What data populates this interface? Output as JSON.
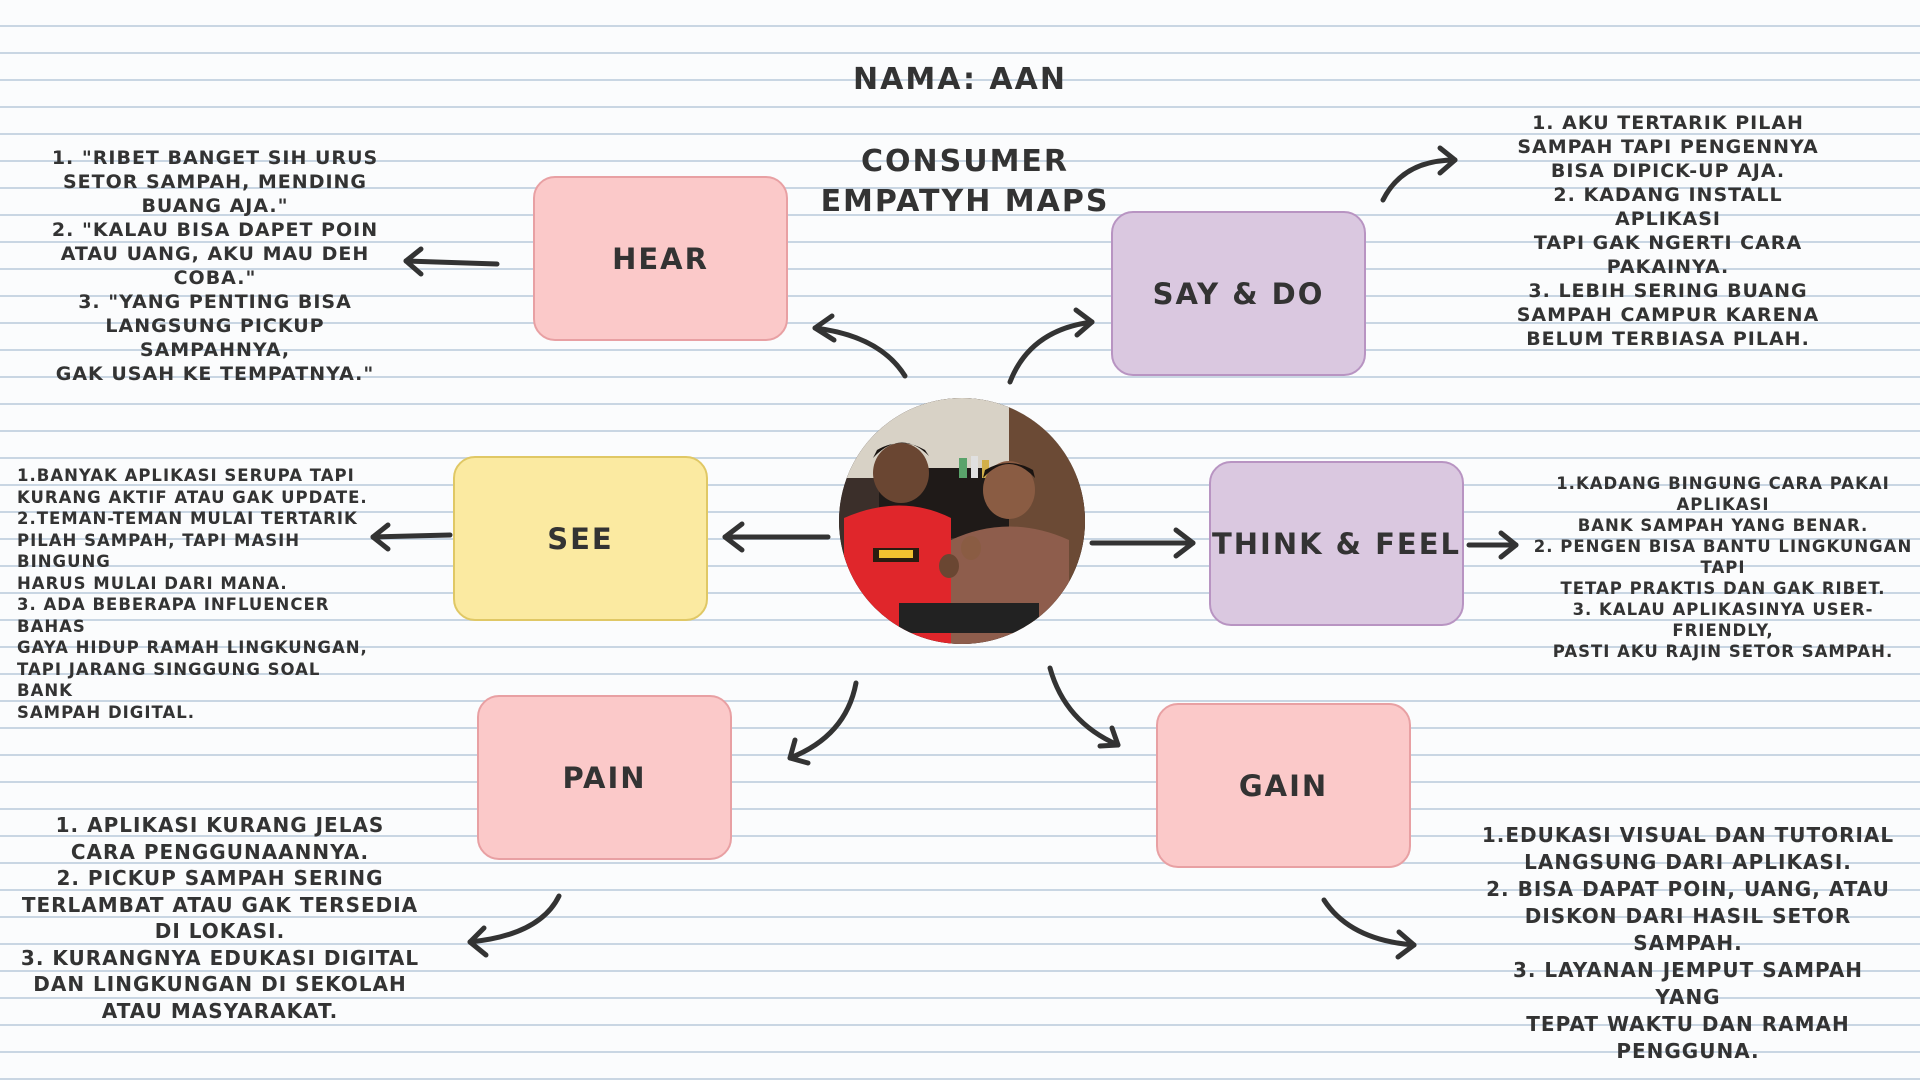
{
  "header": {
    "title": "NAMA: AAN",
    "subtitle": "CONSUMER\nEMPATYH MAPS"
  },
  "boxes": {
    "hear": "HEAR",
    "say_do": "SAY & DO",
    "see": "SEE",
    "think_feel": "THINK & FEEL",
    "pain": "PAIN",
    "gain": "GAIN"
  },
  "notes": {
    "hear": "1.    \"RIBET BANGET SIH URUS\nSETOR SAMPAH, MENDING\nBUANG AJA.\"\n2. \"KALAU BISA DAPET POIN\nATAU UANG, AKU MAU DEH\nCOBA.\"\n3. \"YANG PENTING BISA\nLANGSUNG PICKUP SAMPAHNYA,\nGAK USAH KE TEMPATNYA.\"",
    "say_do": "1.      AKU TERTARIK PILAH\nSAMPAH TAPI PENGENNYA\nBISA DIPICK-UP AJA.\n2. KADANG INSTALL APLIKASI\nTAPI GAK NGERTI CARA\nPAKAINYA.\n3. LEBIH SERING BUANG\nSAMPAH CAMPUR KARENA\nBELUM TERBIASA PILAH.",
    "see": "1.BANYAK APLIKASI SERUPA TAPI\nKURANG AKTIF ATAU GAK UPDATE.\n2.TEMAN-TEMAN MULAI TERTARIK\nPILAH SAMPAH, TAPI MASIH BINGUNG\nHARUS MULAI DARI MANA.\n3. ADA BEBERAPA INFLUENCER BAHAS\nGAYA HIDUP RAMAH LINGKUNGAN,\nTAPI JARANG SINGGUNG SOAL BANK\nSAMPAH DIGITAL.",
    "think_feel": "1.KADANG BINGUNG CARA PAKAI APLIKASI\nBANK SAMPAH YANG BENAR.\n2. PENGEN BISA BANTU LINGKUNGAN TAPI\nTETAP PRAKTIS DAN GAK RIBET.\n3. KALAU APLIKASINYA USER-FRIENDLY,\nPASTI AKU RAJIN SETOR SAMPAH.",
    "pain": "1.     APLIKASI KURANG JELAS\nCARA PENGGUNAANNYA.\n2. PICKUP SAMPAH SERING\nTERLAMBAT ATAU GAK TERSEDIA\nDI LOKASI.\n3. KURANGNYA EDUKASI DIGITAL\nDAN LINGKUNGAN DI SEKOLAH\nATAU MASYARAKAT.",
    "gain": "1.EDUKASI VISUAL DAN TUTORIAL\nLANGSUNG DARI APLIKASI.\n2. BISA DAPAT POIN, UANG, ATAU\nDISKON DARI HASIL SETOR SAMPAH.\n3. LAYANAN JEMPUT SAMPAH YANG\nTEPAT WAKTU DAN RAMAH\nPENGGUNA."
  },
  "colors": {
    "pink_box": "#fbc9c9",
    "purple_box": "#dac8e0",
    "yellow_box": "#fbeaa1",
    "arrow": "#333333",
    "paper_line": "#c9d6e3"
  },
  "icons": [
    "arrow-icon"
  ]
}
